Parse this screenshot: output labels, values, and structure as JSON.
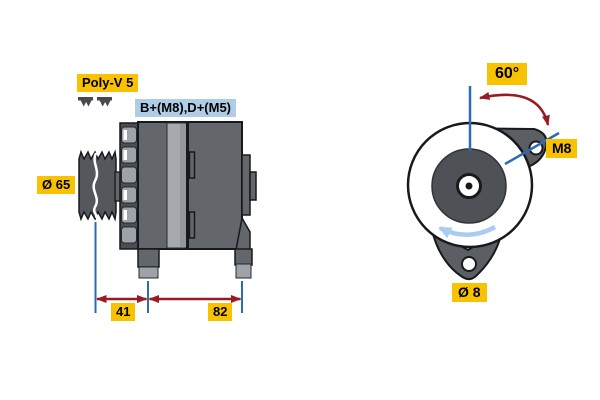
{
  "drawing": {
    "description": "Alternator technical dimension drawing with side view and rear view",
    "side_view": {
      "belt_label": "Poly-V 5",
      "terminals_label": "B+(M8),D+(M5)",
      "pulley_diameter_label": "Ø 65",
      "dimension_front": "41",
      "dimension_rear": "82"
    },
    "rear_view": {
      "mounting_angle_label": "60°",
      "mounting_thread_label": "M8",
      "mounting_hole_diameter_label": "Ø 8"
    },
    "colors": {
      "highlight_yellow": "#f9c200",
      "terminal_label_blue": "#b0cde6",
      "extension_line_blue": "#2e6cb0",
      "dimension_arrow_red": "#991b22",
      "rotation_arrow_blue": "#a8cdf0",
      "housing_dark_gray": "#63666a",
      "housing_light_gray": "#a6a9ae",
      "outline_black": "#17191c"
    }
  }
}
